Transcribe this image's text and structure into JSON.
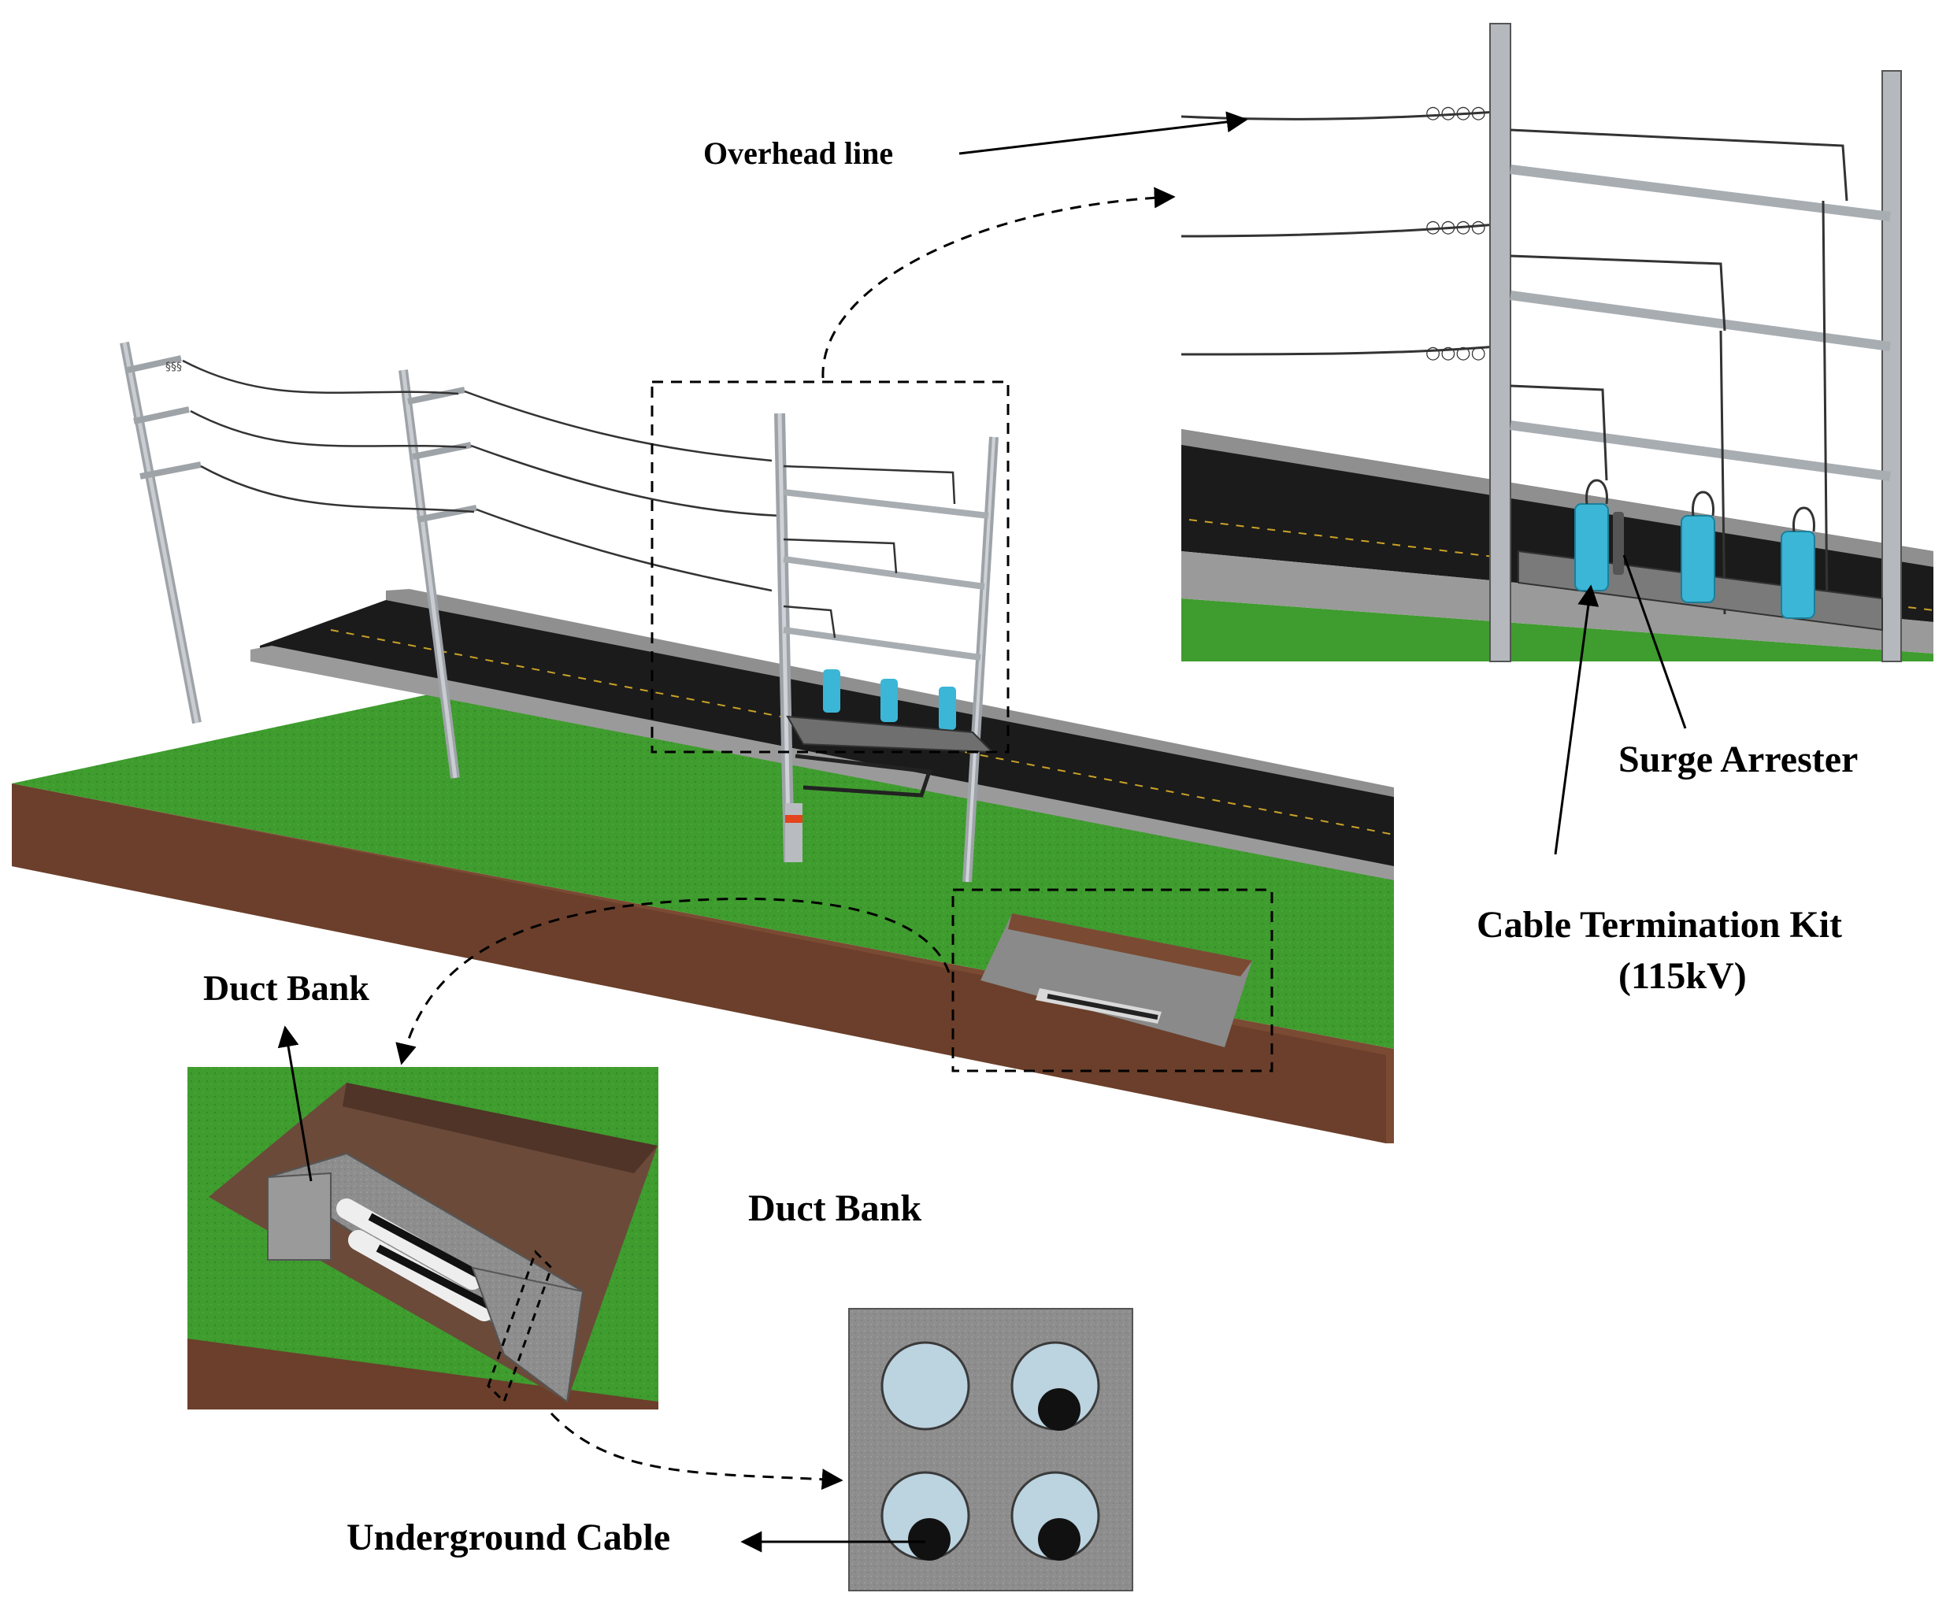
{
  "labels": {
    "overhead_line": "Overhead line",
    "surge_arrester": "Surge Arrester",
    "cable_termination_kit": "Cable Termination Kit",
    "cable_termination_rating": "(115kV)",
    "duct_bank_upper": "Duct Bank",
    "duct_bank_lower": "Duct Bank",
    "underground_cable": "Underground Cable"
  },
  "colors": {
    "grass": "#3f9c2e",
    "grass_dark": "#2f7a22",
    "soil": "#7a4a33",
    "soil_dark": "#5e3826",
    "road": "#1a1a1a",
    "curb": "#8f8f8f",
    "pole": "#b5b9bd",
    "insulator": "#3bb6d6",
    "concrete": "#8e8e8e",
    "duct": "#bcd3e0",
    "cable_core": "#111111",
    "accent": "#e3451c"
  },
  "icons": {
    "pole": "utility-pole-icon",
    "arrester": "surge-arrester-icon",
    "duct": "duct-conduit-icon"
  }
}
